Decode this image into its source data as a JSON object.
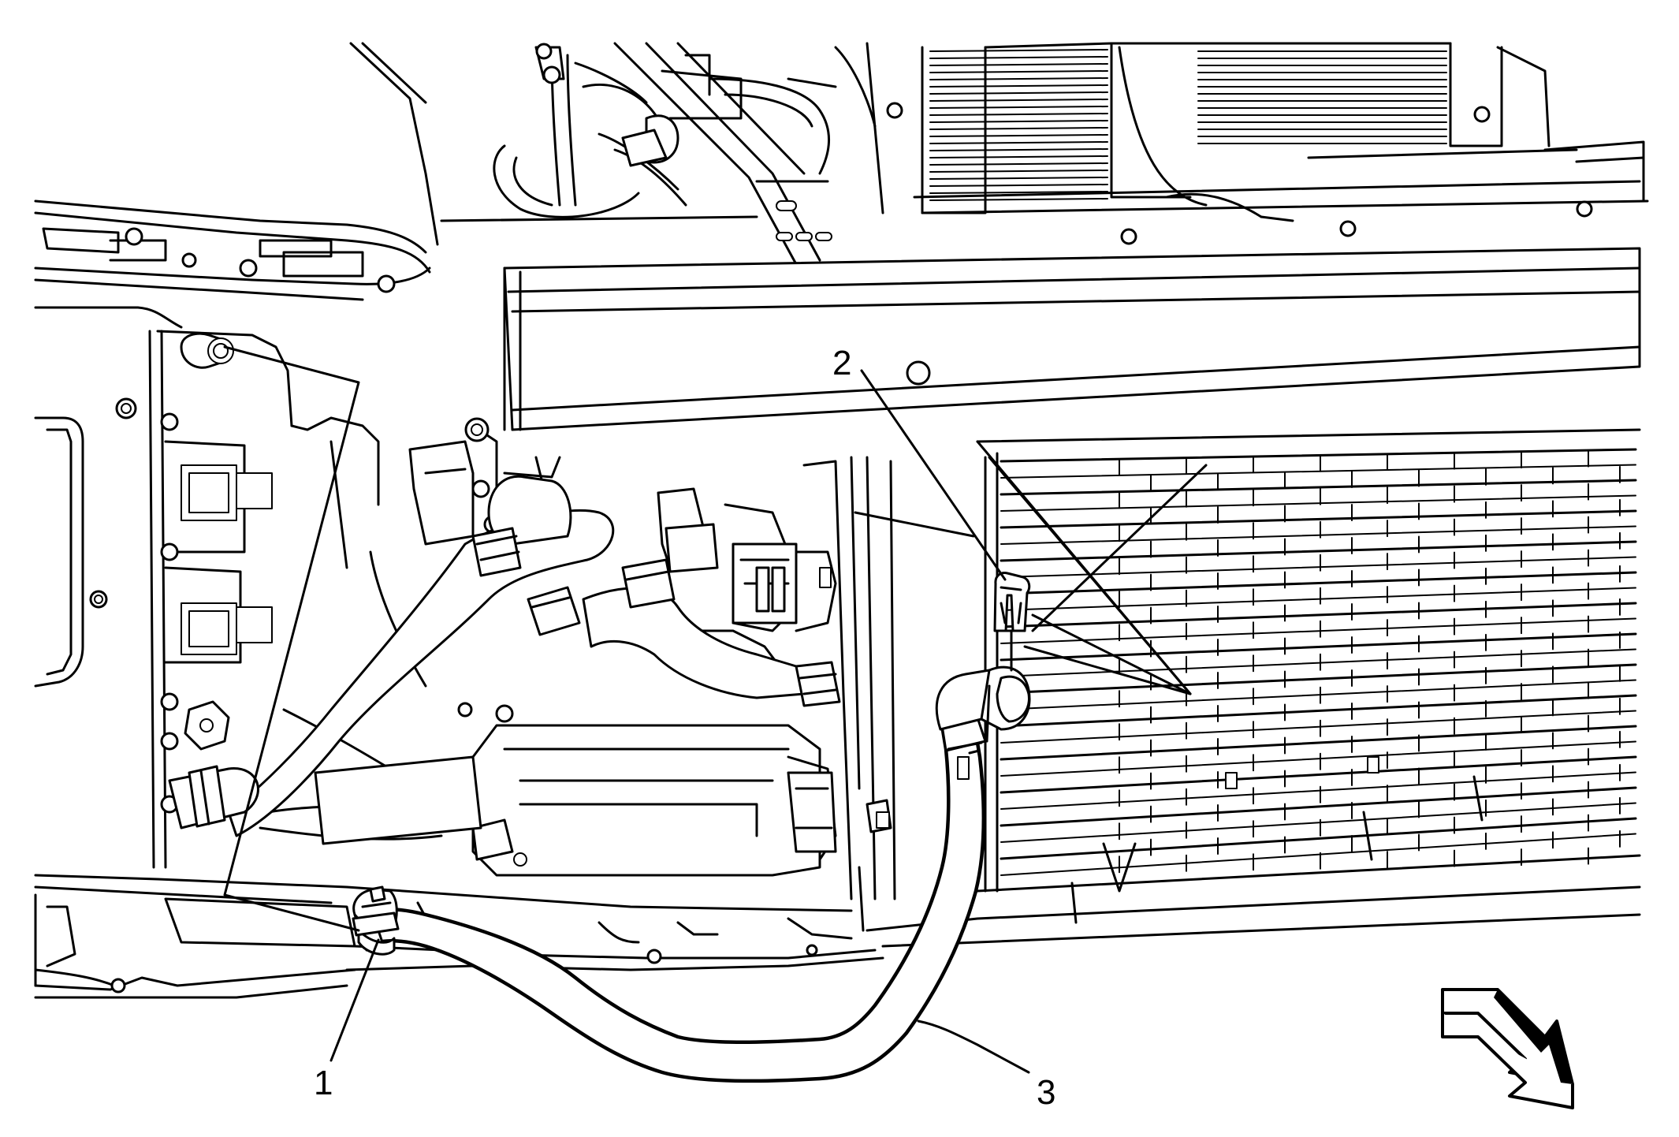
{
  "callouts": [
    {
      "id": "1",
      "label": "1"
    },
    {
      "id": "2",
      "label": "2"
    },
    {
      "id": "3",
      "label": "3"
    }
  ],
  "orientation_arrow": {
    "icon": "direction-arrow-icon"
  },
  "colors": {
    "line": "#000000",
    "background": "#ffffff"
  }
}
